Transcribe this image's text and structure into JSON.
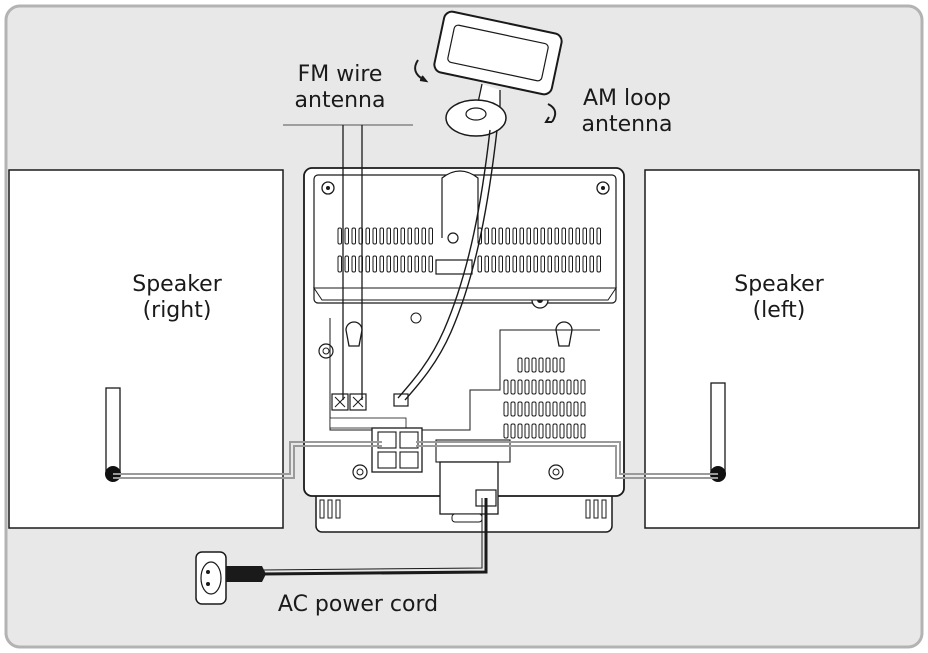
{
  "labels": {
    "fm_antenna": [
      "FM wire",
      "antenna"
    ],
    "am_antenna": [
      "AM loop",
      "antenna"
    ],
    "speaker_right": [
      "Speaker",
      "(right)"
    ],
    "speaker_left": [
      "Speaker",
      "(left)"
    ],
    "ac_power_cord": "AC power cord"
  },
  "colors": {
    "background": "#e8e8e8",
    "frame": "#b3b3b3",
    "panel": "#ffffff",
    "outline": "#1a1a1a",
    "wire_gray": "#9a9a9a"
  }
}
